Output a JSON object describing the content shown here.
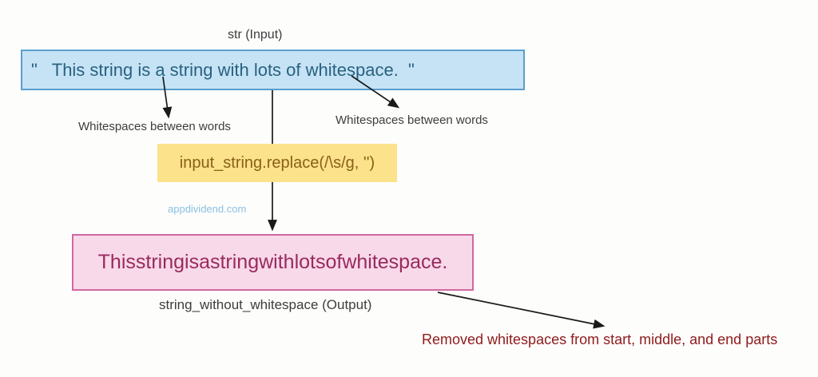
{
  "diagram": {
    "input_label": "str (Input)",
    "input_string": "\"   This string is a string with lots of whitespace.  \"",
    "left_annotation": "Whitespaces between words",
    "right_annotation": "Whitespaces between words",
    "code": "input_string.replace(/\\s/g, '')",
    "watermark": "appdividend.com",
    "output_string": "Thisstringisastringwithlotsofwhitespace.",
    "output_label": "string_without_whitespace (Output)",
    "result_annotation": "Removed whitespaces from start, middle, and end parts",
    "colors": {
      "input_box_fill": "#c5e3f5",
      "input_box_border": "#5b9ecd",
      "input_text": "#29617f",
      "code_box_fill": "#fbe28b",
      "code_text": "#8a6018",
      "output_box_fill": "#f8d9e9",
      "output_box_border": "#d0679f",
      "output_text": "#992a5e",
      "result_text": "#8e1b1b",
      "annotation_text": "#3d3d3d",
      "watermark_text": "#8cc0e2",
      "arrow": "#1a1a1a"
    }
  }
}
